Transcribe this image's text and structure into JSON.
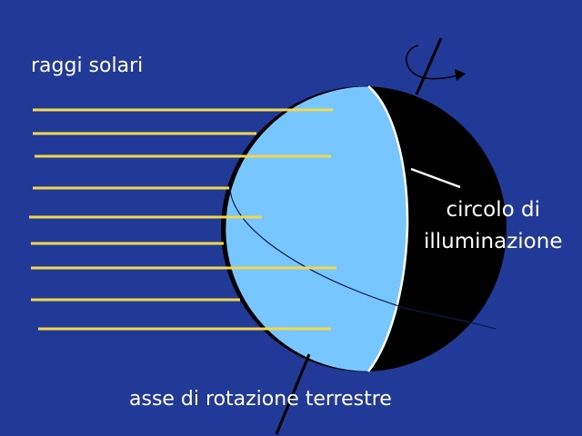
{
  "labels": {
    "sun_rays": "raggi solari",
    "illumination_circle_line1": "circolo di",
    "illumination_circle_line2": "illuminazione",
    "rotation_axis": "asse di rotazione terrestre"
  },
  "colors": {
    "background": "#213a98",
    "day_side": "#77c6ff",
    "night_side": "#000000",
    "sun_rays": "#f2d84a",
    "terminator": "#ffffff",
    "axis": "#000000",
    "text": "#ffffff"
  },
  "ray_count": 9
}
